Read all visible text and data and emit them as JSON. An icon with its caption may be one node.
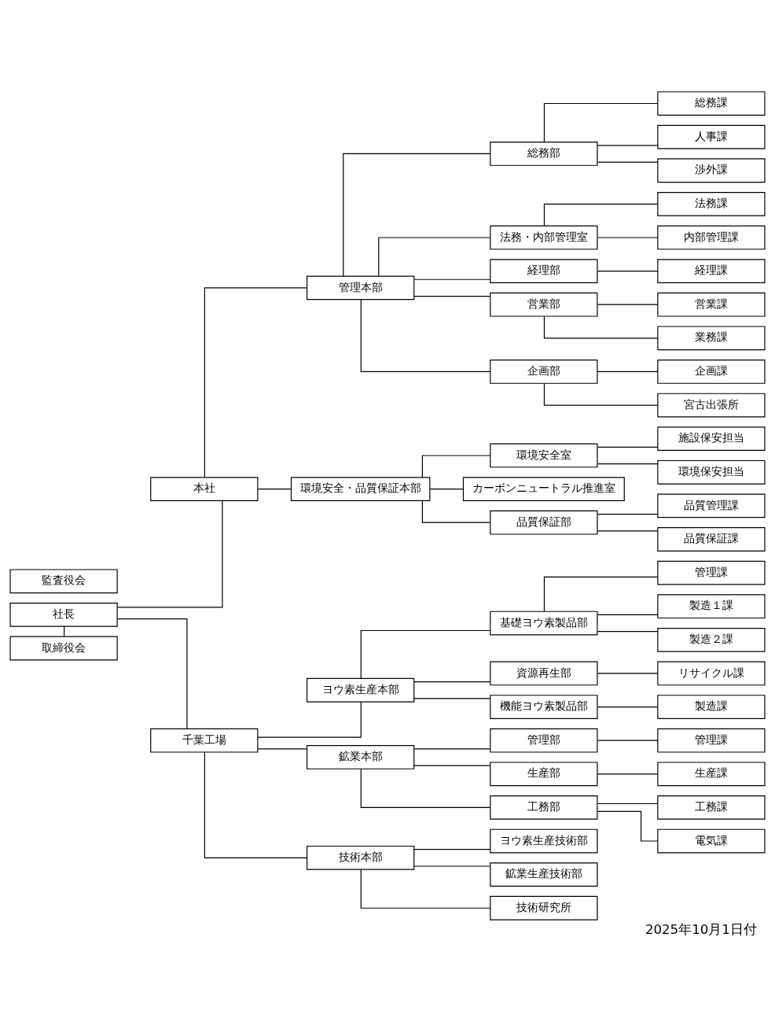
{
  "diagram": {
    "caption": "2025年10月1日付",
    "nodes": [
      {
        "text": [
          "社長"
        ]
      },
      {
        "text": [
          "取締役会"
        ]
      },
      {
        "text": [
          "監査役会"
        ]
      },
      {
        "text": [
          "本社"
        ]
      },
      {
        "text": [
          "管理本部"
        ]
      },
      {
        "text": [
          "総務部"
        ]
      },
      {
        "text": [
          "総務課"
        ]
      },
      {
        "text": [
          "人事課"
        ]
      },
      {
        "text": [
          "渉外課"
        ]
      },
      {
        "text": [
          "法務・内部管理室"
        ]
      },
      {
        "text": [
          "法務課"
        ]
      },
      {
        "text": [
          "内部管理課"
        ]
      },
      {
        "text": [
          "経理部"
        ]
      },
      {
        "text": [
          "経理課"
        ]
      },
      {
        "text": [
          "営業部"
        ]
      },
      {
        "text": [
          "営業課"
        ]
      },
      {
        "text": [
          "業務課"
        ]
      },
      {
        "text": [
          "企画部"
        ]
      },
      {
        "text": [
          "企画課"
        ]
      },
      {
        "text": [
          "宮古出張所"
        ]
      },
      {
        "text": [
          "環境安全・品質保証本部"
        ]
      },
      {
        "text": [
          "環境安全室"
        ]
      },
      {
        "text": [
          "施設保安担当"
        ]
      },
      {
        "text": [
          "環境保安担当"
        ]
      },
      {
        "text": [
          "カーボンニュートラル推進室"
        ]
      },
      {
        "text": [
          "品質保証部"
        ]
      },
      {
        "text": [
          "品質管理課"
        ]
      },
      {
        "text": [
          "品質保証課"
        ]
      },
      {
        "text": [
          "千葉工場"
        ]
      },
      {
        "text": [
          "ヨウ素生産本部"
        ]
      },
      {
        "text": [
          "基礎ヨウ素製品部"
        ]
      },
      {
        "text": [
          "管理課"
        ]
      },
      {
        "text": [
          "製造１課"
        ]
      },
      {
        "text": [
          "製造２課"
        ]
      },
      {
        "text": [
          "資源再生部"
        ]
      },
      {
        "text": [
          "リサイクル課"
        ]
      },
      {
        "text": [
          "機能ヨウ素製品部"
        ]
      },
      {
        "text": [
          "製造課"
        ]
      },
      {
        "text": [
          "鉱業本部"
        ]
      },
      {
        "text": [
          "管理部"
        ]
      },
      {
        "text": [
          "管理課"
        ]
      },
      {
        "text": [
          "生産部"
        ]
      },
      {
        "text": [
          "生産課"
        ]
      },
      {
        "text": [
          "工務部"
        ]
      },
      {
        "text": [
          "工務課"
        ]
      },
      {
        "text": [
          "電気課"
        ]
      },
      {
        "text": [
          "技術本部"
        ]
      },
      {
        "text": [
          "ヨウ素生産技術部"
        ]
      },
      {
        "text": [
          "鉱業生産技術部"
        ]
      },
      {
        "text": [
          "技術研究所"
        ]
      }
    ],
    "edges": [
      {
        "from": 0,
        "to": 1,
        "arrow": "none"
      },
      {
        "from": 0,
        "to": 3,
        "arrow": "none"
      },
      {
        "from": 0,
        "to": 28,
        "arrow": "none"
      },
      {
        "from": 3,
        "to": 4,
        "arrow": "none"
      },
      {
        "from": 3,
        "to": 20,
        "arrow": "none"
      },
      {
        "from": 4,
        "to": 5,
        "arrow": "none"
      },
      {
        "from": 4,
        "to": 9,
        "arrow": "none"
      },
      {
        "from": 4,
        "to": 12,
        "arrow": "none"
      },
      {
        "from": 4,
        "to": 14,
        "arrow": "none"
      },
      {
        "from": 4,
        "to": 17,
        "arrow": "none"
      },
      {
        "from": 5,
        "to": 6,
        "arrow": "none"
      },
      {
        "from": 5,
        "to": 7,
        "arrow": "none"
      },
      {
        "from": 5,
        "to": 8,
        "arrow": "none"
      },
      {
        "from": 9,
        "to": 10,
        "arrow": "none"
      },
      {
        "from": 9,
        "to": 11,
        "arrow": "none"
      },
      {
        "from": 12,
        "to": 13,
        "arrow": "none"
      },
      {
        "from": 14,
        "to": 15,
        "arrow": "none"
      },
      {
        "from": 14,
        "to": 16,
        "arrow": "none"
      },
      {
        "from": 17,
        "to": 18,
        "arrow": "none"
      },
      {
        "from": 17,
        "to": 19,
        "arrow": "none"
      },
      {
        "from": 20,
        "to": 21,
        "arrow": "none"
      },
      {
        "from": 20,
        "to": 24,
        "arrow": "none"
      },
      {
        "from": 20,
        "to": 25,
        "arrow": "none"
      },
      {
        "from": 21,
        "to": 22,
        "arrow": "none"
      },
      {
        "from": 21,
        "to": 23,
        "arrow": "none"
      },
      {
        "from": 25,
        "to": 26,
        "arrow": "none"
      },
      {
        "from": 25,
        "to": 27,
        "arrow": "none"
      },
      {
        "from": 28,
        "to": 29,
        "arrow": "none"
      },
      {
        "from": 28,
        "to": 38,
        "arrow": "none"
      },
      {
        "from": 28,
        "to": 46,
        "arrow": "none"
      },
      {
        "from": 29,
        "to": 30,
        "arrow": "none"
      },
      {
        "from": 29,
        "to": 34,
        "arrow": "none"
      },
      {
        "from": 29,
        "to": 36,
        "arrow": "none"
      },
      {
        "from": 30,
        "to": 31,
        "arrow": "none"
      },
      {
        "from": 30,
        "to": 32,
        "arrow": "none"
      },
      {
        "from": 30,
        "to": 33,
        "arrow": "none"
      },
      {
        "from": 34,
        "to": 35,
        "arrow": "none"
      },
      {
        "from": 36,
        "to": 37,
        "arrow": "none"
      },
      {
        "from": 38,
        "to": 39,
        "arrow": "none"
      },
      {
        "from": 38,
        "to": 41,
        "arrow": "none"
      },
      {
        "from": 38,
        "to": 43,
        "arrow": "none"
      },
      {
        "from": 39,
        "to": 40,
        "arrow": "none"
      },
      {
        "from": 41,
        "to": 42,
        "arrow": "none"
      },
      {
        "from": 43,
        "to": 44,
        "arrow": "none"
      },
      {
        "from": 43,
        "to": 45,
        "arrow": "none"
      },
      {
        "from": 46,
        "to": 47,
        "arrow": "none"
      },
      {
        "from": 46,
        "to": 48,
        "arrow": "none"
      },
      {
        "from": 46,
        "to": 49,
        "arrow": "none"
      }
    ]
  }
}
